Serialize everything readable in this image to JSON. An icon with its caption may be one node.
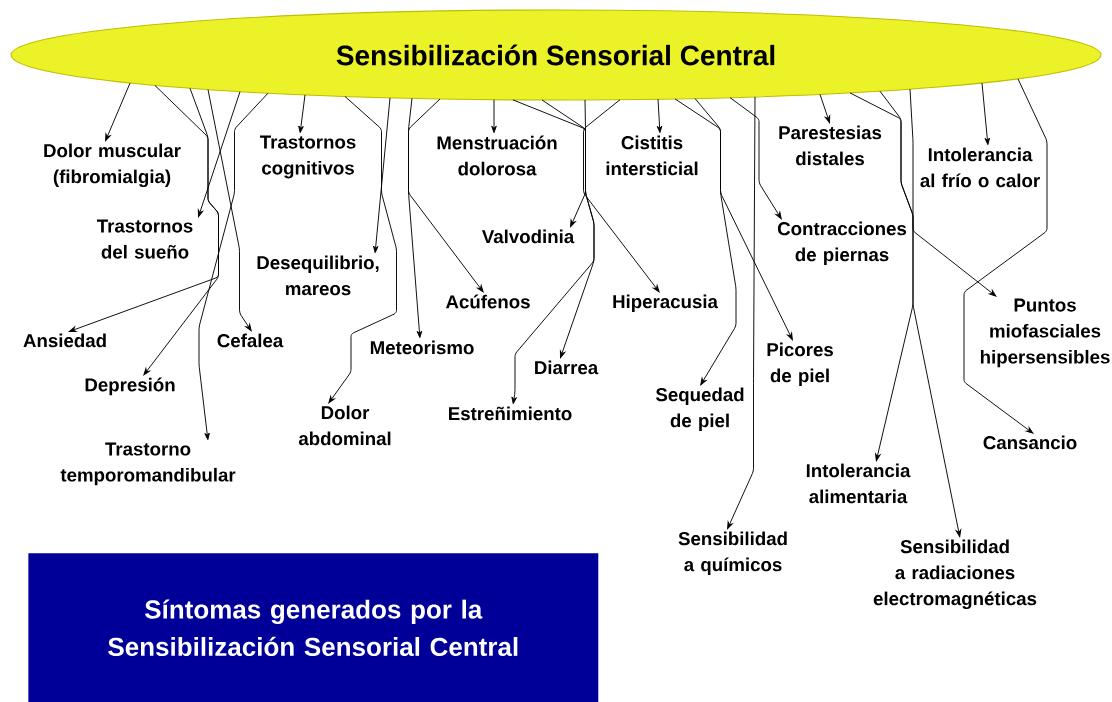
{
  "diagram": {
    "nodes": [
      {
        "text": [
          "Sensibilización Sensorial Central"
        ]
      },
      {
        "text": [
          "Dolor muscular (fibromialgia)"
        ]
      },
      {
        "text": [
          "Trastornos del sueño"
        ]
      },
      {
        "text": [
          "Ansiedad"
        ]
      },
      {
        "text": [
          "Depresión"
        ]
      },
      {
        "text": [
          "Cefalea"
        ]
      },
      {
        "text": [
          "Trastorno temporomandibular"
        ]
      },
      {
        "text": [
          "Trastornos cognitivos"
        ]
      },
      {
        "text": [
          "Desequilibrio, mareos"
        ]
      },
      {
        "text": [
          "Dolor abdominal"
        ]
      },
      {
        "text": [
          "Meteorismo"
        ]
      },
      {
        "text": [
          "Menstruación dolorosa"
        ]
      },
      {
        "text": [
          "Valvodinia"
        ]
      },
      {
        "text": [
          "Acúfenos"
        ]
      },
      {
        "text": [
          "Diarrea"
        ]
      },
      {
        "text": [
          "Estreñimiento"
        ]
      },
      {
        "text": [
          "Cistitis intersticial"
        ]
      },
      {
        "text": [
          "Hiperacusia"
        ]
      },
      {
        "text": [
          "Sequedad de piel"
        ]
      },
      {
        "text": [
          "Picores de piel"
        ]
      },
      {
        "text": [
          "Sensibilidad a químicos"
        ]
      },
      {
        "text": [
          "Parestesias distales"
        ]
      },
      {
        "text": [
          "Contracciones de piernas"
        ]
      },
      {
        "text": [
          "Intolerancia alimentaria"
        ]
      },
      {
        "text": [
          "Sensibilidad a radiaciones electromagnéticas"
        ]
      },
      {
        "text": [
          "Intolerancia al frío o calor"
        ]
      },
      {
        "text": [
          "Puntos miofasciales hipersensibles"
        ]
      },
      {
        "text": [
          "Cansancio"
        ]
      },
      {
        "text": [
          "Síntomas generados por la Sensibilización  Sensorial Central"
        ]
      }
    ],
    "edges": [
      {
        "from": 0,
        "to": 1,
        "arrow": "to"
      },
      {
        "from": 0,
        "to": 2,
        "arrow": "to"
      },
      {
        "from": 0,
        "to": 3,
        "arrow": "to"
      },
      {
        "from": 0,
        "to": 4,
        "arrow": "to"
      },
      {
        "from": 0,
        "to": 5,
        "arrow": "to"
      },
      {
        "from": 0,
        "to": 6,
        "arrow": "to"
      },
      {
        "from": 0,
        "to": 7,
        "arrow": "to"
      },
      {
        "from": 0,
        "to": 8,
        "arrow": "to"
      },
      {
        "from": 0,
        "to": 9,
        "arrow": "to"
      },
      {
        "from": 0,
        "to": 10,
        "arrow": "to"
      },
      {
        "from": 0,
        "to": 11,
        "arrow": "to"
      },
      {
        "from": 0,
        "to": 12,
        "arrow": "to"
      },
      {
        "from": 0,
        "to": 13,
        "arrow": "to"
      },
      {
        "from": 0,
        "to": 14,
        "arrow": "to"
      },
      {
        "from": 0,
        "to": 15,
        "arrow": "to"
      },
      {
        "from": 0,
        "to": 16,
        "arrow": "to"
      },
      {
        "from": 0,
        "to": 17,
        "arrow": "to"
      },
      {
        "from": 0,
        "to": 18,
        "arrow": "to"
      },
      {
        "from": 0,
        "to": 19,
        "arrow": "to"
      },
      {
        "from": 0,
        "to": 20,
        "arrow": "to"
      },
      {
        "from": 0,
        "to": 21,
        "arrow": "to"
      },
      {
        "from": 0,
        "to": 22,
        "arrow": "to"
      },
      {
        "from": 0,
        "to": 23,
        "arrow": "to"
      },
      {
        "from": 0,
        "to": 24,
        "arrow": "to"
      },
      {
        "from": 0,
        "to": 25,
        "arrow": "to"
      },
      {
        "from": 0,
        "to": 26,
        "arrow": "to"
      },
      {
        "from": 0,
        "to": 27,
        "arrow": "to"
      }
    ]
  }
}
